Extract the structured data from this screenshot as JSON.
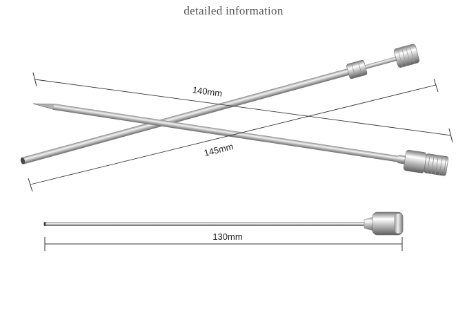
{
  "title": "detailed information",
  "measurements": {
    "top_needle": "140mm",
    "middle_needle": "145mm",
    "bottom_needle": "130mm"
  },
  "colors": {
    "steel_light": "#f2f2f2",
    "steel_mid": "#b9b9b9",
    "steel_dark": "#6f6f6f",
    "dimension_line": "#333333",
    "title_text": "#555555"
  }
}
